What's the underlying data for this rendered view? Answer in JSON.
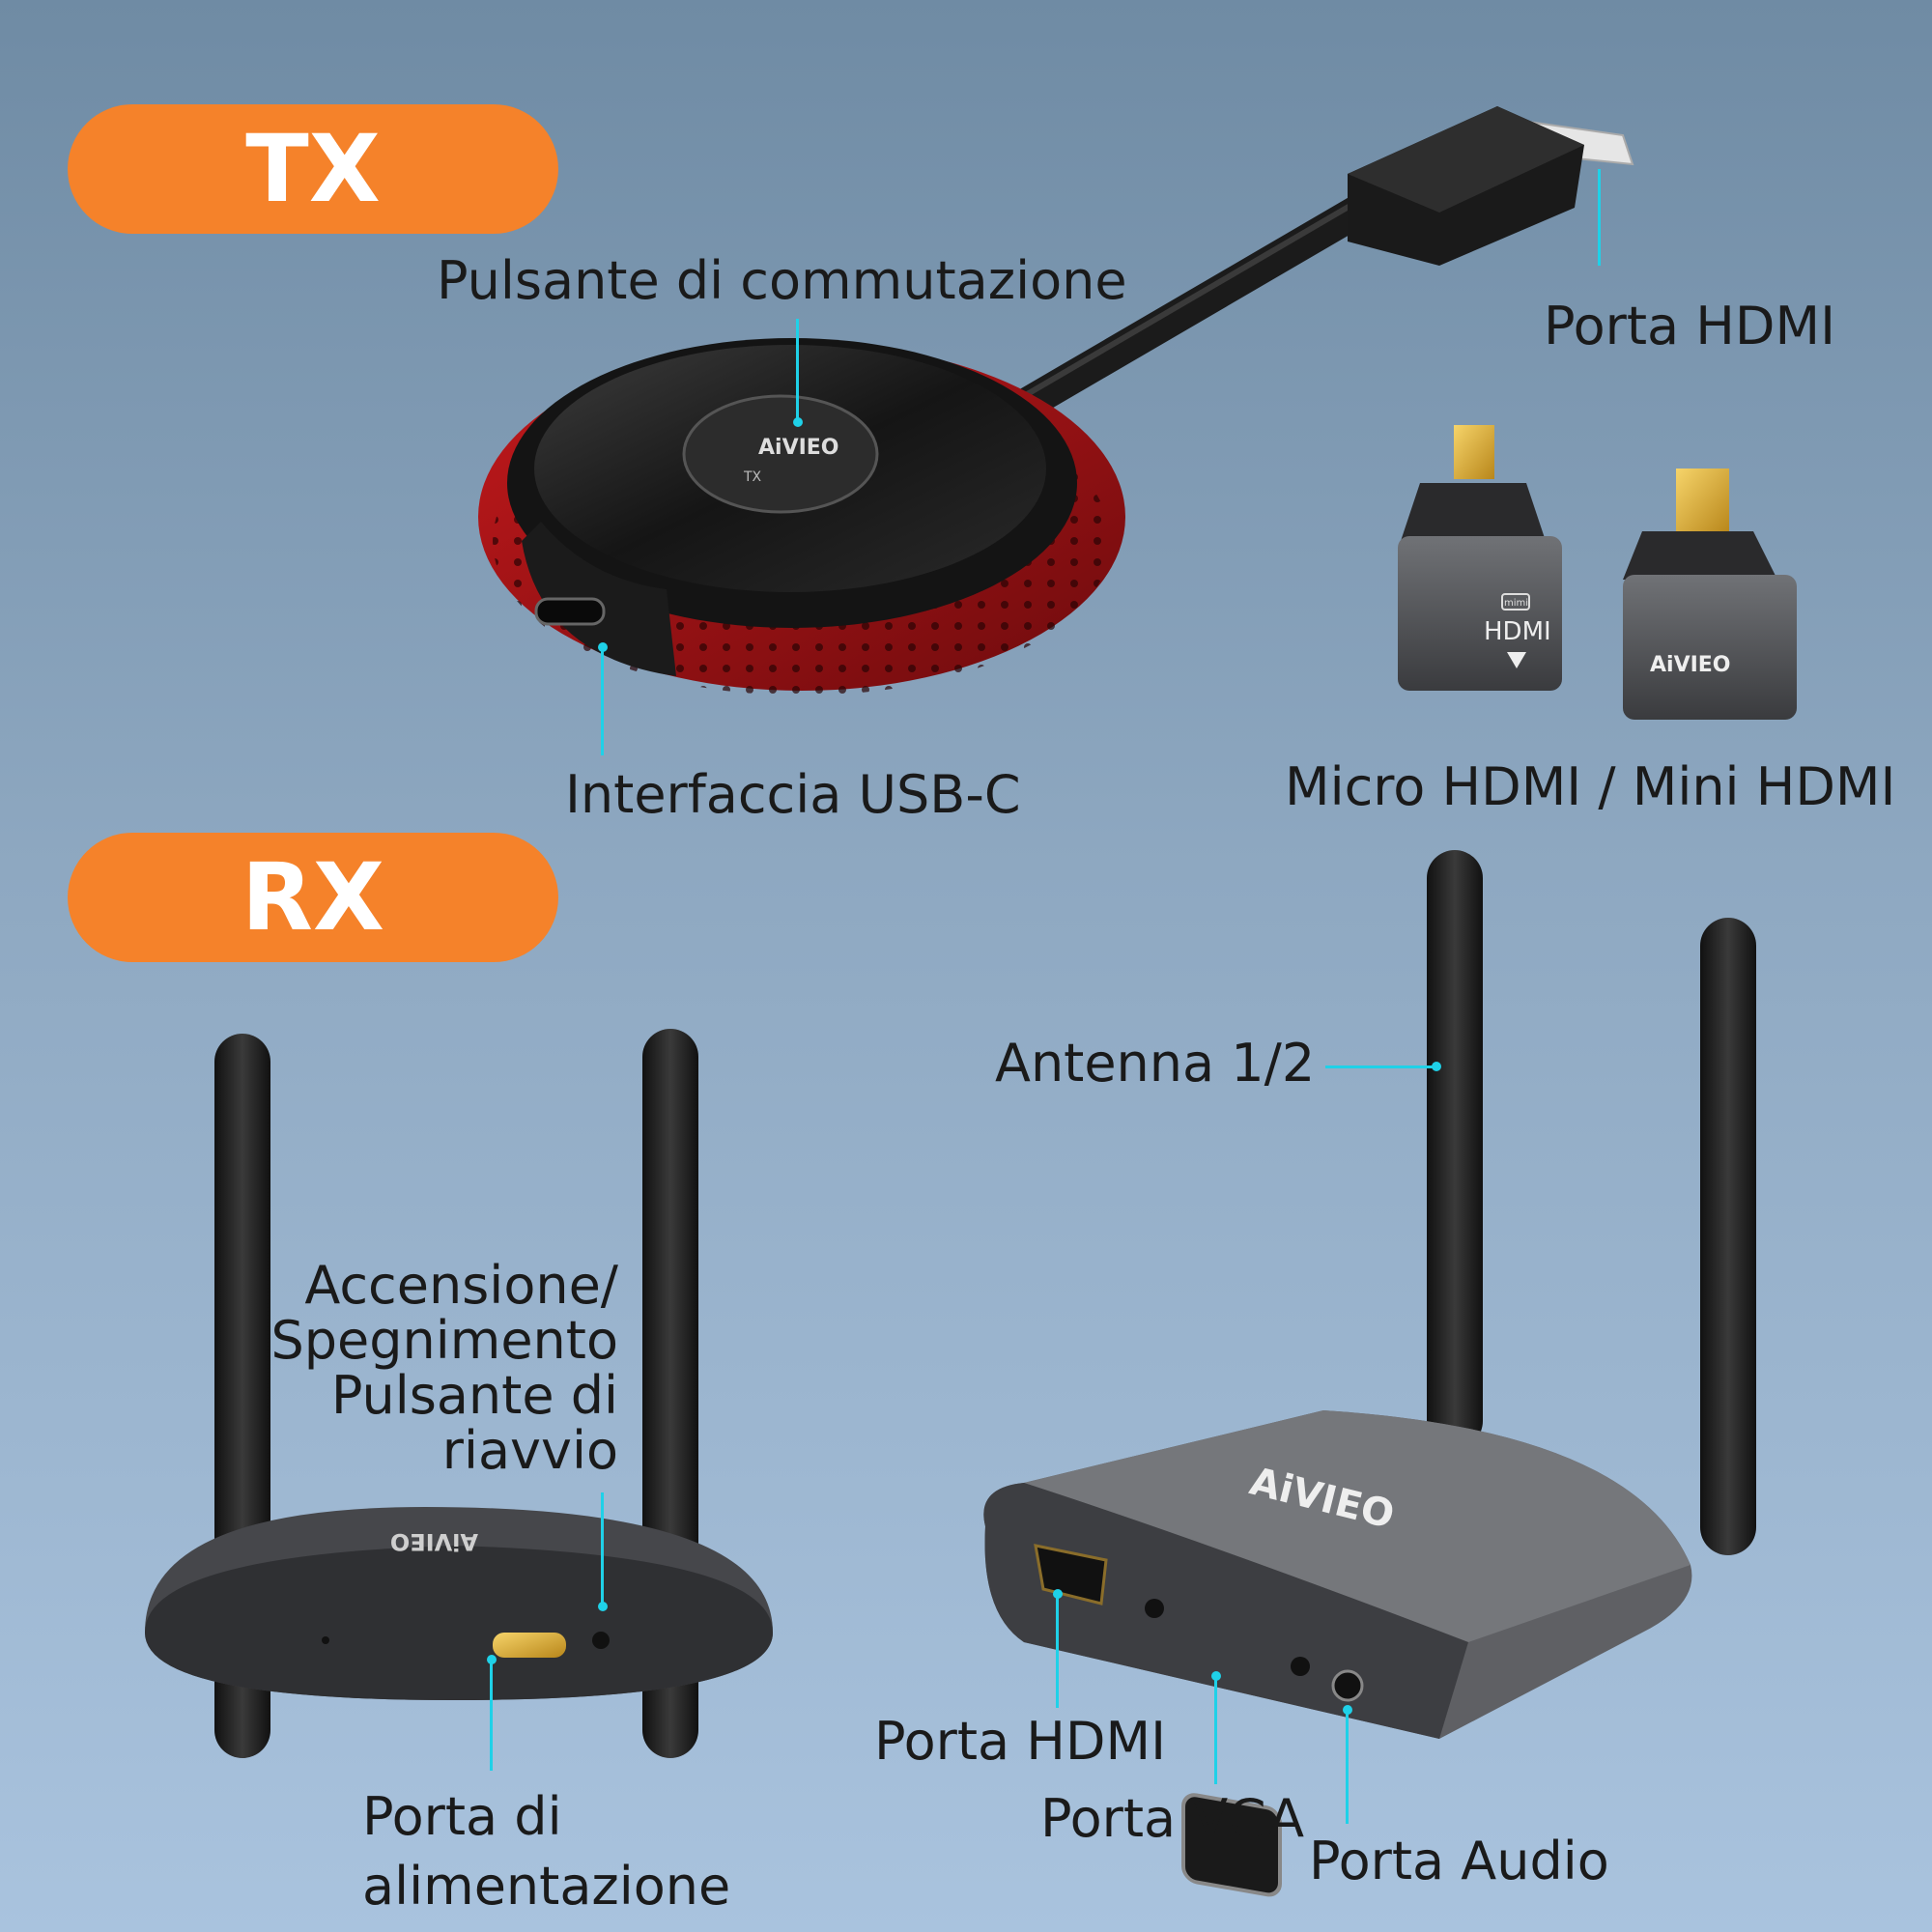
{
  "tx": {
    "title": "TX",
    "labels": {
      "switch_button": "Pulsante di commutazione",
      "hdmi_port": "Porta HDMI",
      "usbc": "Interfaccia USB-C",
      "adapters": "Micro HDMI / Mini HDMI"
    },
    "device_logo": "AiVIEO",
    "device_mark": "TX",
    "adapter_text": {
      "mini": "mimi",
      "hdmi": "HDMI"
    }
  },
  "rx": {
    "title": "RX",
    "labels": {
      "power_reset": [
        "Accensione/",
        "Spegnimento",
        "Pulsante di",
        "riavvio"
      ],
      "power_port": [
        "Porta di",
        "alimentazione"
      ],
      "antenna": "Antenna 1/2",
      "hdmi_port": "Porta HDMI",
      "vga_port": "Porta VGA",
      "audio_port": "Porta Audio"
    }
  },
  "colors": {
    "background_top": "#6f8ba4",
    "background_bottom": "#a9c3de",
    "pill": "#f5822a",
    "callout": "#1fd1e8",
    "tx_red": "#8e1114"
  }
}
